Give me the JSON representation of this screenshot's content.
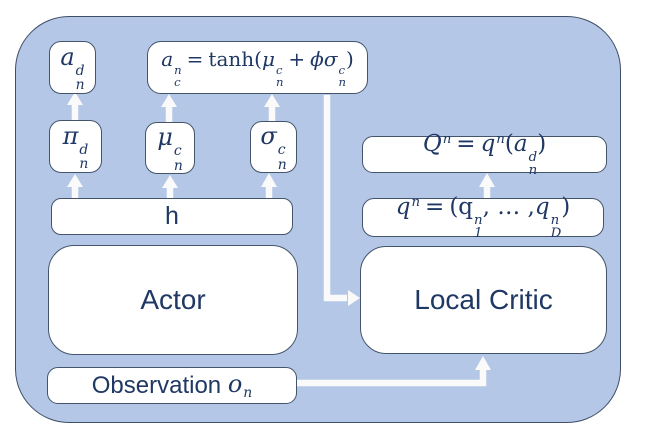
{
  "colors": {
    "canvas": "#ffffff",
    "container_fill": "#b4c7e7",
    "container_border": "#3f4e68",
    "box_fill": "#ffffff",
    "box_border": "#44546a",
    "text": "#1f3864",
    "arrow": "#fafafa"
  },
  "nodes": {
    "action_discrete": {
      "base": "a",
      "sup": "d",
      "sub": "n"
    },
    "action_continuous": {
      "lhs_base": "a",
      "lhs_sup": "n",
      "lhs_sub": "c",
      "equals": "=",
      "func": "tanh(",
      "mu_base": "μ",
      "mu_sup": "c",
      "mu_sub": "n",
      "plus": "+",
      "phi": "ϕ",
      "sigma_base": "σ",
      "sigma_sup": "c",
      "sigma_sub": "n",
      "close": ")"
    },
    "policy": {
      "base": "π",
      "sup": "d",
      "sub": "n"
    },
    "mu": {
      "base": "μ",
      "sup": "c",
      "sub": "n"
    },
    "sigma": {
      "base": "σ",
      "sup": "c",
      "sub": "n"
    },
    "hidden": {
      "label": "h"
    },
    "actor": {
      "label": "Actor"
    },
    "q_value": {
      "lhs_base": "Q",
      "lhs_sup": "n",
      "equals": "=",
      "rhs_base": "q",
      "rhs_sup": "n",
      "open": "(",
      "arg_base": "a",
      "arg_sup": "d",
      "arg_sub": "n",
      "close": ")"
    },
    "q_vector": {
      "lhs_base": "q",
      "lhs_sup": "n",
      "equals": "=",
      "open": "(",
      "first_base": "q",
      "first_sup": "n",
      "first_sub": "1",
      "dots": ", … ,",
      "last_base": "q",
      "last_sup": "n",
      "last_sub": "D",
      "close": ")"
    },
    "local_critic": {
      "label": "Local Critic"
    },
    "observation": {
      "label": "Observation",
      "var_base": "o",
      "var_sub": "n"
    }
  }
}
